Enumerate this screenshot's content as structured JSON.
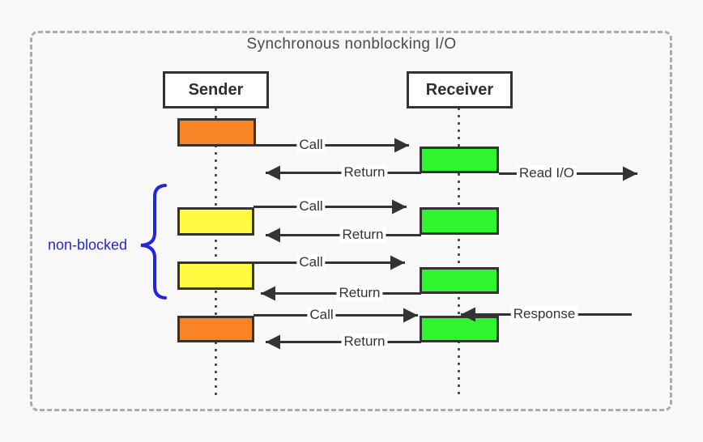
{
  "title": "Synchronous nonblocking I/O",
  "actors": {
    "sender": "Sender",
    "receiver": "Receiver"
  },
  "annotation": {
    "label": "non-blocked"
  },
  "messages": [
    {
      "label": "Call",
      "from": "sender",
      "to": "receiver"
    },
    {
      "label": "Return",
      "from": "receiver",
      "to": "sender"
    },
    {
      "label": "Read I/O",
      "from": "receiver",
      "to": "io"
    },
    {
      "label": "Call",
      "from": "sender",
      "to": "receiver"
    },
    {
      "label": "Return",
      "from": "receiver",
      "to": "sender"
    },
    {
      "label": "Call",
      "from": "sender",
      "to": "receiver"
    },
    {
      "label": "Return",
      "from": "receiver",
      "to": "sender"
    },
    {
      "label": "Call",
      "from": "sender",
      "to": "receiver"
    },
    {
      "label": "Response",
      "from": "io",
      "to": "receiver"
    },
    {
      "label": "Return",
      "from": "receiver",
      "to": "sender"
    }
  ],
  "colors": {
    "background": "#F8F8F8",
    "frame_border": "#ABABAB",
    "line": "#333333",
    "box_fill": "#FFFFFF",
    "orange": "#F98425",
    "yellow": "#FFF940",
    "green": "#2EF52E",
    "annotation_blue": "#2424DF"
  }
}
